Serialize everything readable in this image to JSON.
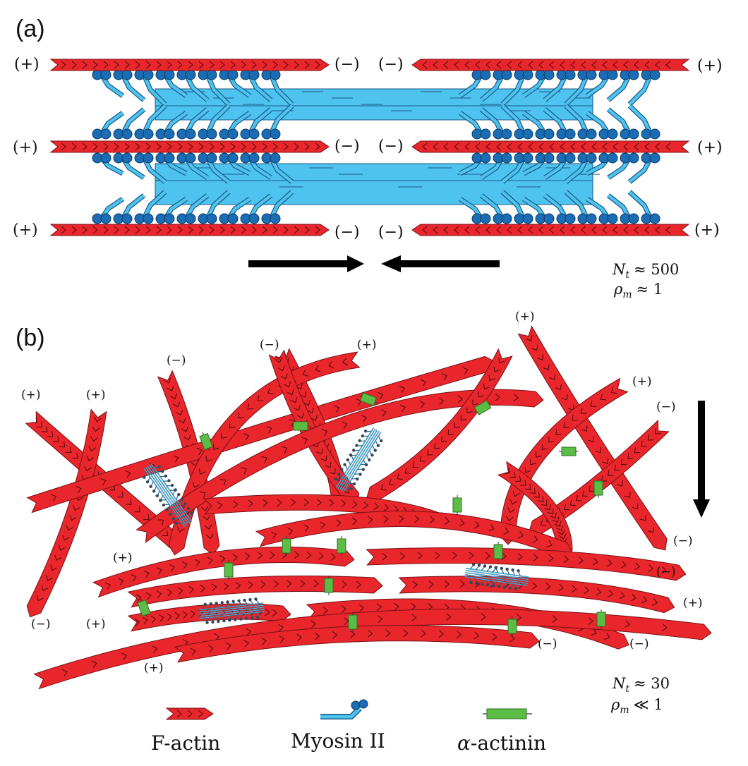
{
  "panel_a": {
    "label": "(a)",
    "plus": "(+)",
    "minus": "(−)",
    "stats": {
      "line1_sym": "N",
      "line1_sub": "t",
      "line1_rel": "≈ 500",
      "line2_sym": "ρ",
      "line2_sub": "m",
      "line2_rel": "≈ 1"
    }
  },
  "panel_b": {
    "label": "(b)",
    "plus": "(+)",
    "minus": "(−)",
    "stats": {
      "line1_sym": "N",
      "line1_sub": "t",
      "line1_rel": "≈ 30",
      "line2_sym": "ρ",
      "line2_sub": "m",
      "line2_rel": "≪ 1"
    }
  },
  "legend": {
    "actin": "F-actin",
    "myosin": "Myosin II",
    "actinin_sym": "α",
    "actinin_rest": "-actinin"
  },
  "colors": {
    "actin": "#e8262b",
    "myosin": "#4ec3ef",
    "myosin_head": "#1a6cb4",
    "actinin": "#5bbd45"
  }
}
